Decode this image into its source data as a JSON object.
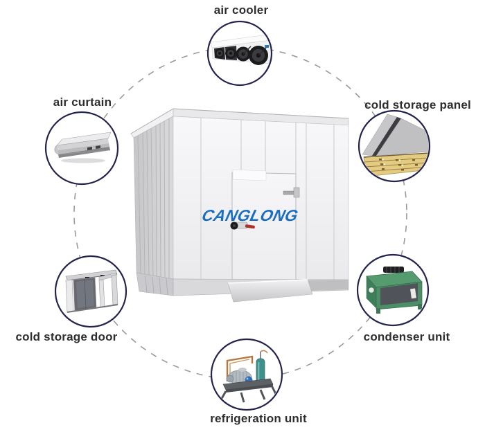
{
  "figure": {
    "type": "product component diagram",
    "subject": "cold storage room with components"
  },
  "center": {
    "logo": "CANGLONG"
  },
  "nodes": [
    {
      "id": "air-cooler",
      "label": "air cooler",
      "position": "top"
    },
    {
      "id": "air-curtain",
      "label": "air curtain",
      "position": "upper-left"
    },
    {
      "id": "cold-storage-panel",
      "label": "cold storage panel",
      "position": "upper-right"
    },
    {
      "id": "cold-storage-door",
      "label": "cold storage door",
      "position": "lower-left"
    },
    {
      "id": "condenser-unit",
      "label": "condenser unit",
      "position": "lower-right"
    },
    {
      "id": "refrigeration-unit",
      "label": "refrigeration unit",
      "position": "bottom"
    }
  ],
  "colors": {
    "navy": "#23234e",
    "dash": "#9a9a9a",
    "label-text": "#2e2e2e",
    "logo-blue": "#1a6ebf",
    "condenser-green": "#4c8f67",
    "foam-yellow": "#e3cc82",
    "copper": "#b5763f",
    "teal": "#3f908c",
    "lock-red": "#b03226"
  }
}
